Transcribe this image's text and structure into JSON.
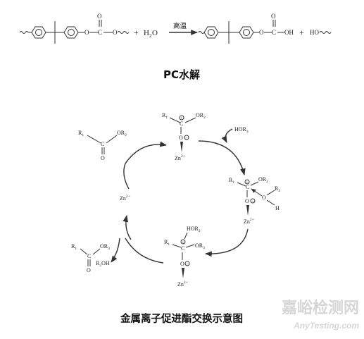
{
  "top_reaction": {
    "plus": "+",
    "water": "H",
    "water_sub": "2",
    "water_o": "O",
    "condition": "高温",
    "o": "O",
    "c": "C",
    "oh": "OH",
    "ho": "HO"
  },
  "caption_top": "PC水解",
  "cycle": {
    "r1": "R",
    "sub1": "1",
    "or2": "OR",
    "sub2": "2",
    "or3": "OR",
    "sub3": "3",
    "c": "C",
    "o": "O",
    "zn": "Zn",
    "zn_charge": "2+",
    "hor3": "HOR",
    "hor2": "HOR",
    "r2oh_r": "R",
    "r2oh_oh": "OH",
    "h": "H",
    "plus_sign": "+",
    "minus_sign": "−"
  },
  "caption_bottom": "金属离子促进酯交换示意图",
  "watermark": {
    "cn": "嘉峪检测网",
    "en": "AnyTesting.com"
  }
}
